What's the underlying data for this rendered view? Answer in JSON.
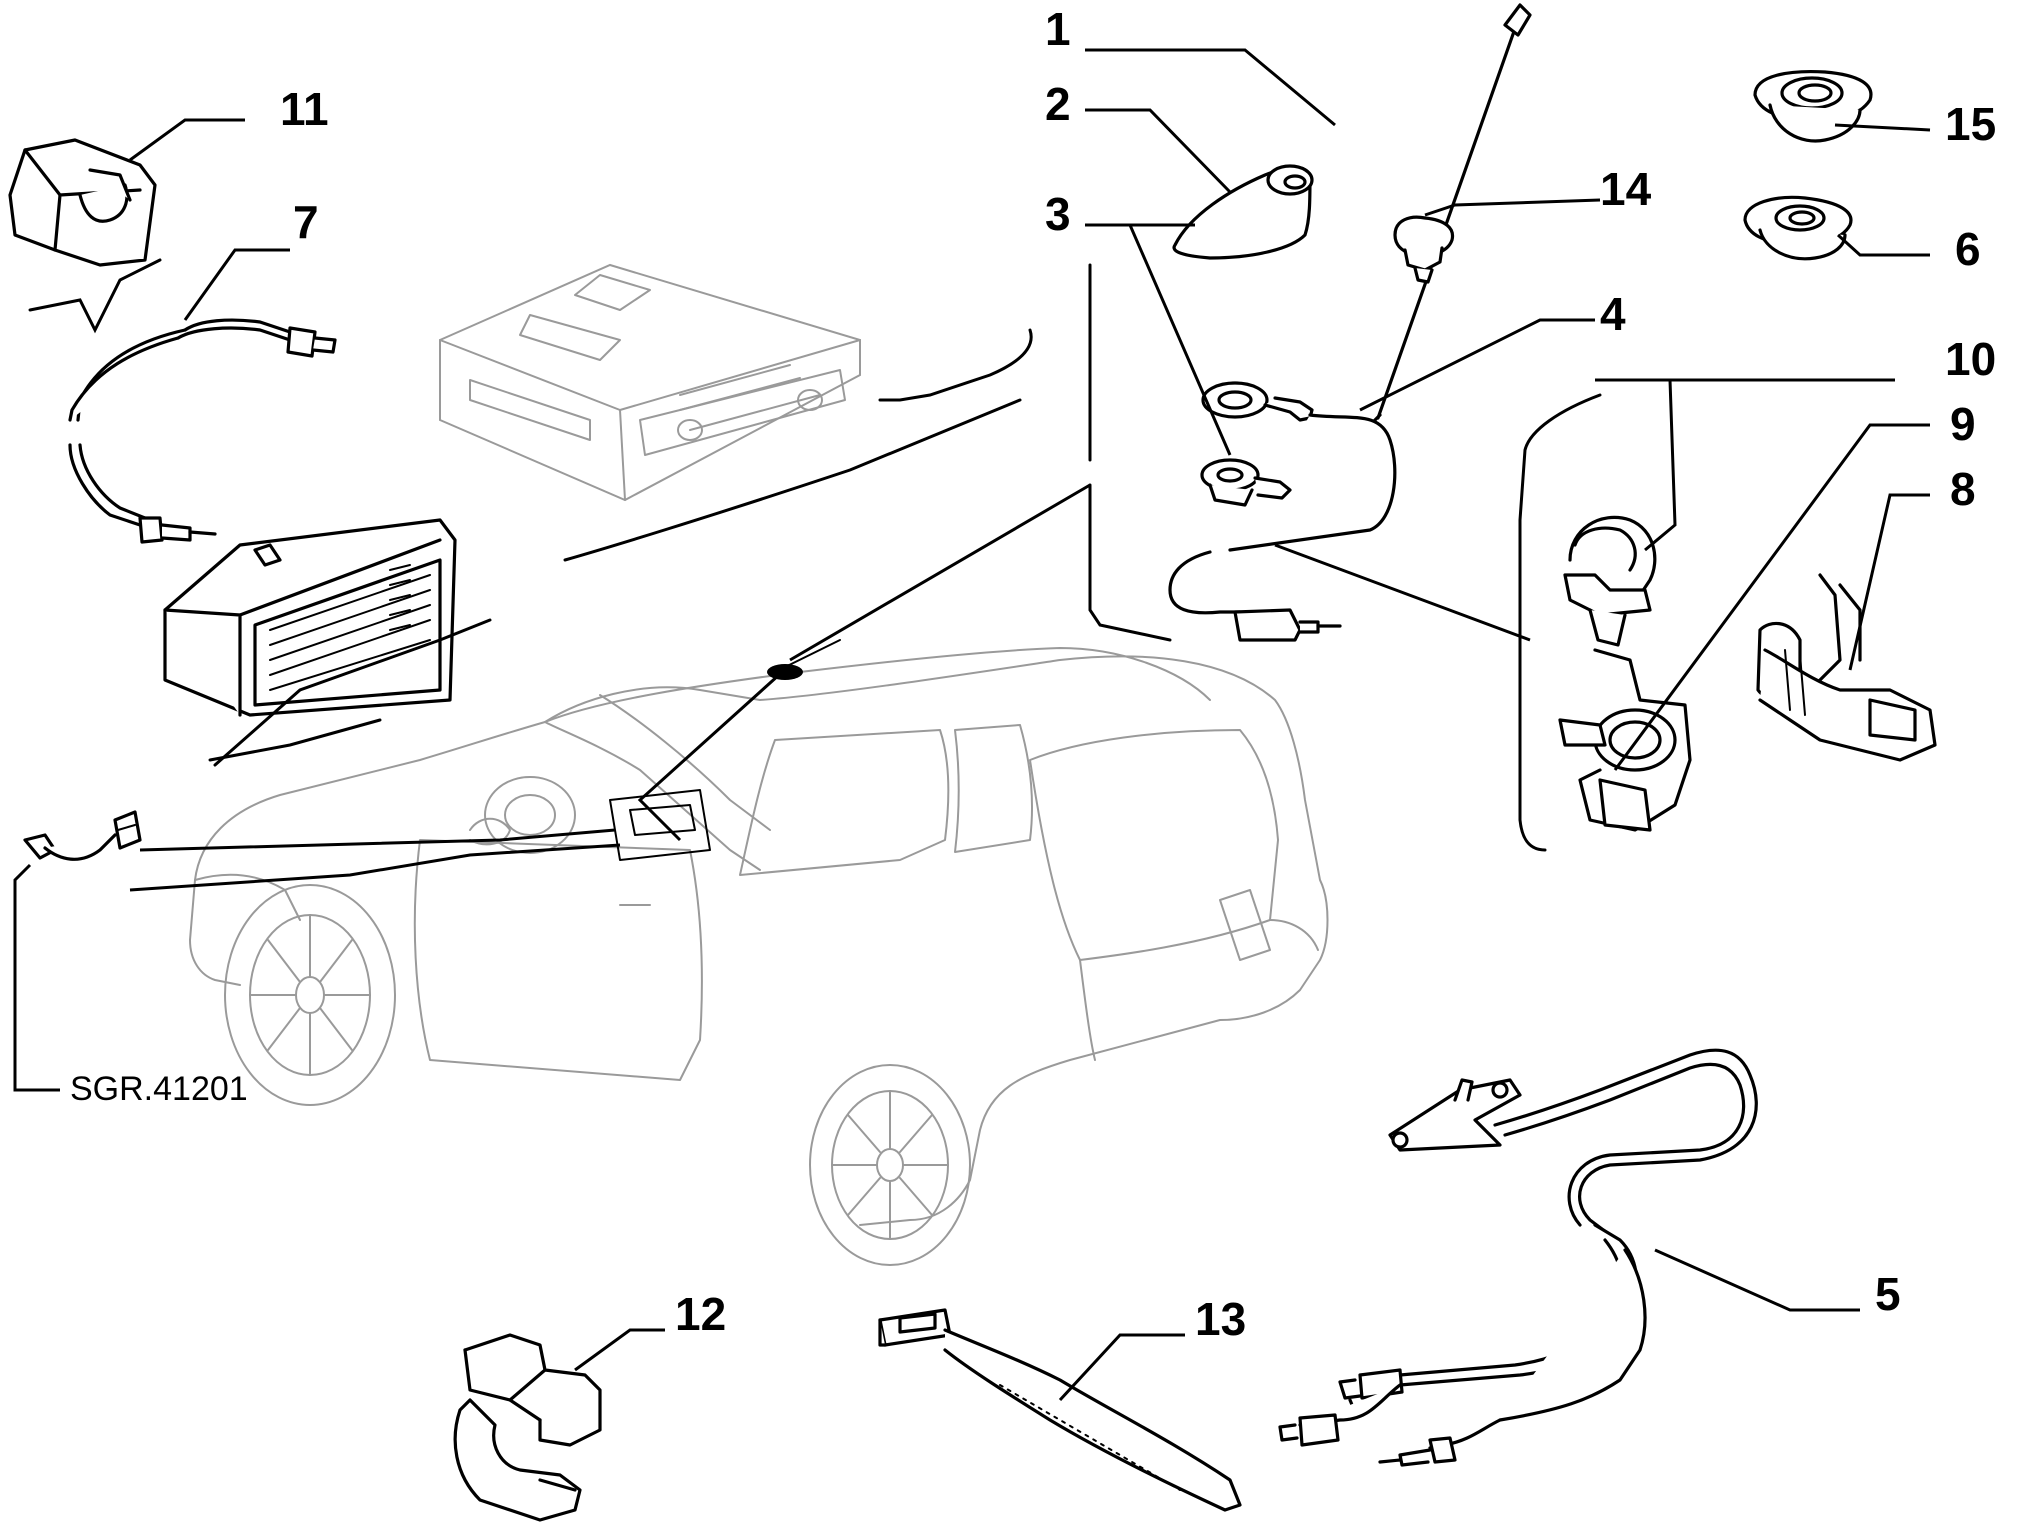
{
  "reference_code": "SGR.41201",
  "callouts": [
    {
      "number": "1",
      "part": "antenna-mast"
    },
    {
      "number": "2",
      "part": "antenna-base"
    },
    {
      "number": "3",
      "part": "antenna-mount-nut"
    },
    {
      "number": "4",
      "part": "antenna-cable"
    },
    {
      "number": "5",
      "part": "antenna-harness"
    },
    {
      "number": "6",
      "part": "grommet-small"
    },
    {
      "number": "7",
      "part": "extension-cable"
    },
    {
      "number": "8",
      "part": "cable-clip-long"
    },
    {
      "number": "9",
      "part": "cable-clip-round"
    },
    {
      "number": "10",
      "part": "cable-clip-small"
    },
    {
      "number": "11",
      "part": "cable-clamp"
    },
    {
      "number": "12",
      "part": "clamp-bracket"
    },
    {
      "number": "13",
      "part": "cable-tie"
    },
    {
      "number": "14",
      "part": "push-clip"
    },
    {
      "number": "15",
      "part": "grommet-large"
    }
  ]
}
